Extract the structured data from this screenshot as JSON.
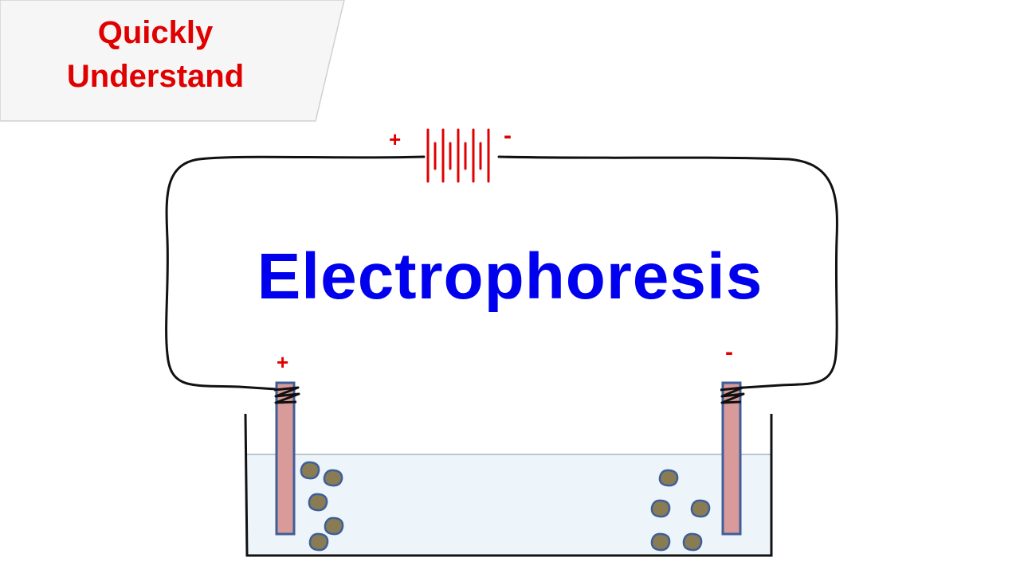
{
  "banner": {
    "line1": "Quickly",
    "line2": "Understand"
  },
  "title": "Electrophoresis",
  "battery": {
    "positive_label": "+",
    "negative_label": "-"
  },
  "electrodes": {
    "anode_label": "+",
    "cathode_label": "-"
  },
  "colors": {
    "banner_text": "#e00000",
    "title": "#0000ee",
    "battery": "#e00000",
    "wire": "#111111",
    "electrode_fill": "#d99a9a",
    "electrode_stroke": "#3e5f9a",
    "liquid": "#eef5fa",
    "particle_fill": "#8a7c52",
    "particle_stroke": "#3e5f9a"
  }
}
